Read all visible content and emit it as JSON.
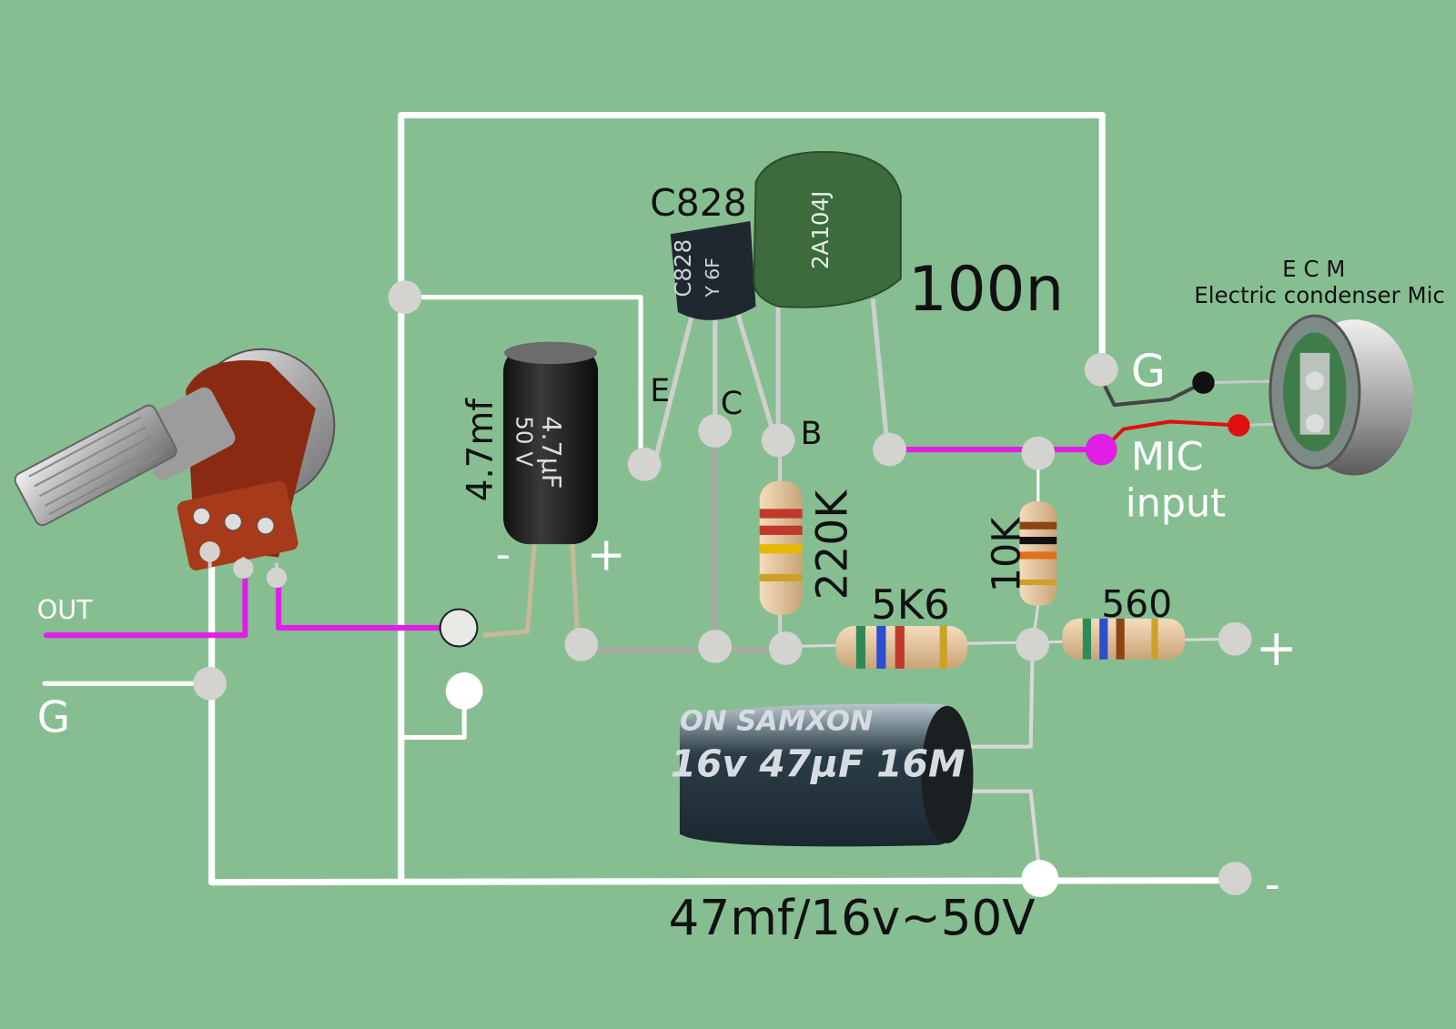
{
  "labels": {
    "transistor": "C828",
    "transistor_body_text_1": "C828",
    "transistor_body_text_2": "Y  6F",
    "film_cap_code": "2A104J",
    "film_cap_value": "100n",
    "pin_e": "E",
    "pin_c": "C",
    "pin_b": "B",
    "small_cap_value": "4.7mf",
    "small_cap_body_1": "4.7µF",
    "small_cap_body_2": "50 V",
    "small_cap_minus": "-",
    "small_cap_plus": "+",
    "r220k": "220K",
    "r5k6": "5K6",
    "r10k": "10K",
    "r560": "560",
    "ecm_title": "E C M",
    "ecm_desc": "Electric condenser Mic",
    "mic_g": "G",
    "mic_input_1": "MIC",
    "mic_input_2": "input",
    "out": "OUT",
    "ground_left": "G",
    "supply_plus": "+",
    "supply_minus": "-",
    "big_cap_body_1": "ON SAMXON",
    "big_cap_body_2": "16v  47µF 16M",
    "big_cap_value": "47mf/16v~50V"
  },
  "colors": {
    "background": "#86be92",
    "wire": "#ffffff",
    "signal_wire": "#e11ee6",
    "grey_wire": "#a9a9a4",
    "junction": "#d3d3cf",
    "mic_positive": "#e01010",
    "mic_negative": "#111111"
  }
}
